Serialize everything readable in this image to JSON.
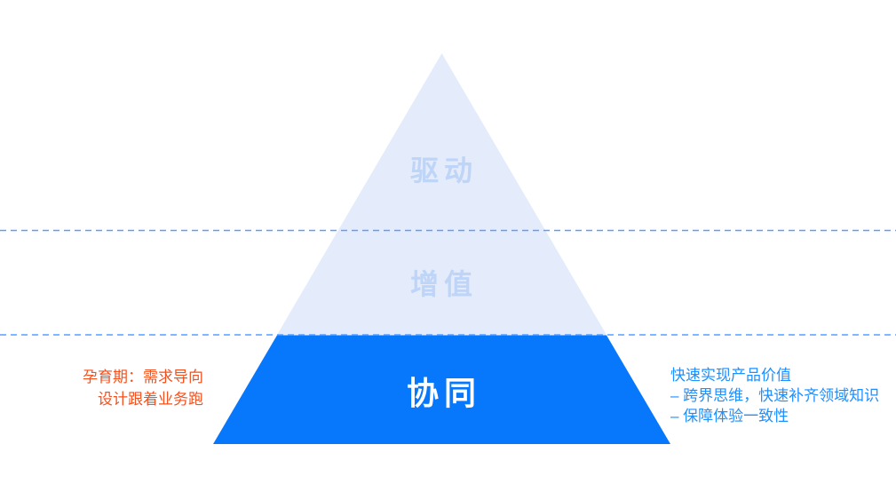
{
  "diagram": {
    "type": "pyramid",
    "tiers": [
      {
        "label": "驱动",
        "position": "top"
      },
      {
        "label": "增值",
        "position": "middle"
      },
      {
        "label": "协同",
        "position": "bottom"
      }
    ],
    "left_annotation": {
      "lines": [
        "孕育期：需求导向",
        "设计跟着业务跑"
      ]
    },
    "right_annotation": {
      "lines": [
        "快速实现产品价值",
        "– 跨界思维，快速补齐领域知识",
        "– 保障体验一致性"
      ]
    },
    "colors": {
      "tier_light_fill": "#E4ECFB",
      "tier_light_label": "#BFD5F8",
      "tier_bottom_fill": "#0778FC",
      "tier_bottom_label": "#FFFFFF",
      "divider_line": "#5C9DFF",
      "left_annotation_text": "#F4511E",
      "right_annotation_text": "#1E8FFF"
    }
  }
}
